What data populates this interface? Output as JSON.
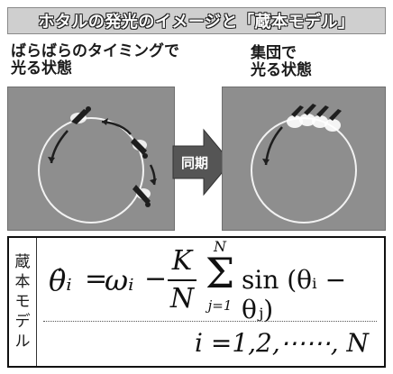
{
  "header": {
    "title": "ホタルの発光のイメージと「蔵本モデル」"
  },
  "left_caption": {
    "line1": "ばらばらのタイミングで",
    "line2": "光る状態"
  },
  "right_caption": {
    "line1": "集団で",
    "line2": "光る状態"
  },
  "arrow_label": "同期",
  "side_label": [
    "蔵",
    "本",
    "モ",
    "デ",
    "ル"
  ],
  "formula": {
    "lhs": "θ̇ᵢ",
    "equals": "=",
    "omega": "ωᵢ",
    "minus": "−",
    "frac_num": "K",
    "frac_den": "N",
    "sum_top": "N",
    "sum_symbol": "Σ",
    "sum_bottom": "j=1",
    "sin_expr": "sin (θᵢ − θⱼ)",
    "index_line": "i =1,2,⋯⋯, N"
  },
  "colors": {
    "panel_bg": "#8e8e8e",
    "header_bg": "#cfcfcf",
    "arrow": "#555555"
  }
}
